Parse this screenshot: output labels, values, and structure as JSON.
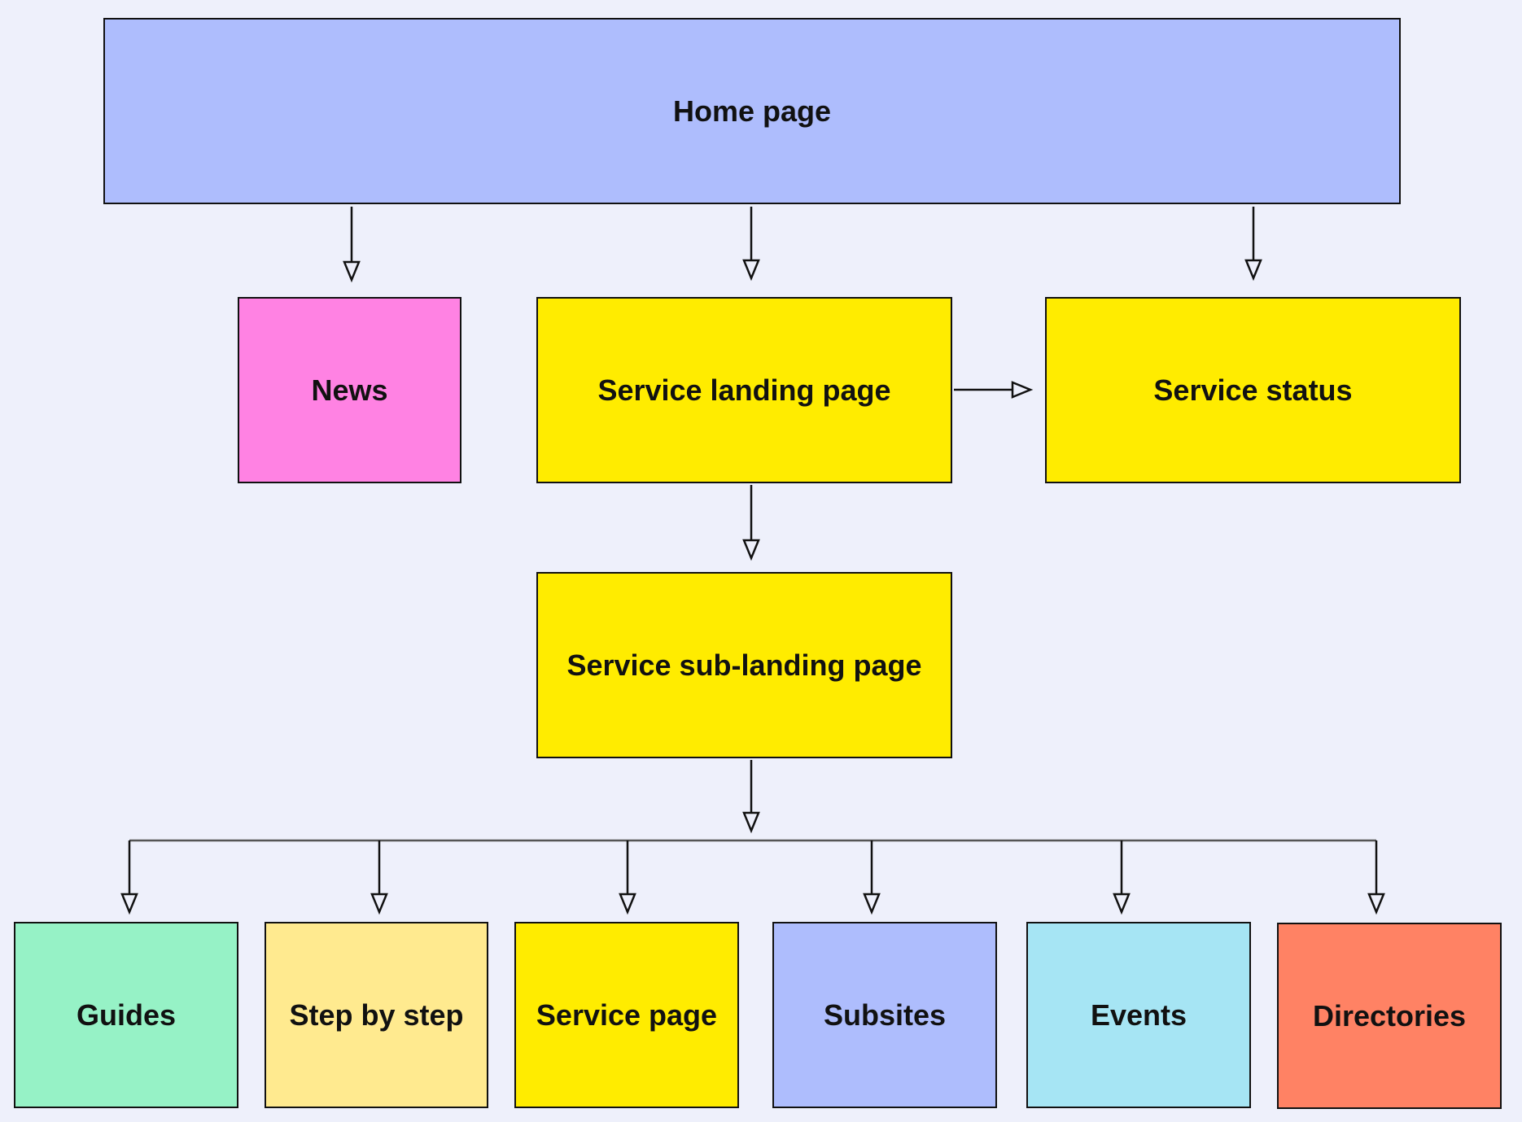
{
  "nodes": {
    "home": {
      "label": "Home page",
      "color": "#aebdfd"
    },
    "news": {
      "label": "News",
      "color": "#ff82e3"
    },
    "service_landing": {
      "label": "Service landing page",
      "color": "#ffec00"
    },
    "service_status": {
      "label": "Service status",
      "color": "#ffec00"
    },
    "service_sub_landing": {
      "label": "Service sub-landing page",
      "color": "#ffec00"
    },
    "guides": {
      "label": "Guides",
      "color": "#96f2c6"
    },
    "step_by_step": {
      "label": "Step by step",
      "color": "#ffea8f"
    },
    "service_page": {
      "label": "Service page",
      "color": "#ffec00"
    },
    "subsites": {
      "label": "Subsites",
      "color": "#aebdfd"
    },
    "events": {
      "label": "Events",
      "color": "#a6e5f4"
    },
    "directories": {
      "label": "Directories",
      "color": "#ff8264"
    }
  },
  "edges": [
    {
      "from": "home",
      "to": "news"
    },
    {
      "from": "home",
      "to": "service_landing"
    },
    {
      "from": "home",
      "to": "service_status"
    },
    {
      "from": "service_landing",
      "to": "service_status"
    },
    {
      "from": "service_landing",
      "to": "service_sub_landing"
    },
    {
      "from": "service_sub_landing",
      "to": "guides"
    },
    {
      "from": "service_sub_landing",
      "to": "step_by_step"
    },
    {
      "from": "service_sub_landing",
      "to": "service_page"
    },
    {
      "from": "service_sub_landing",
      "to": "subsites"
    },
    {
      "from": "service_sub_landing",
      "to": "events"
    },
    {
      "from": "service_sub_landing",
      "to": "directories"
    }
  ]
}
